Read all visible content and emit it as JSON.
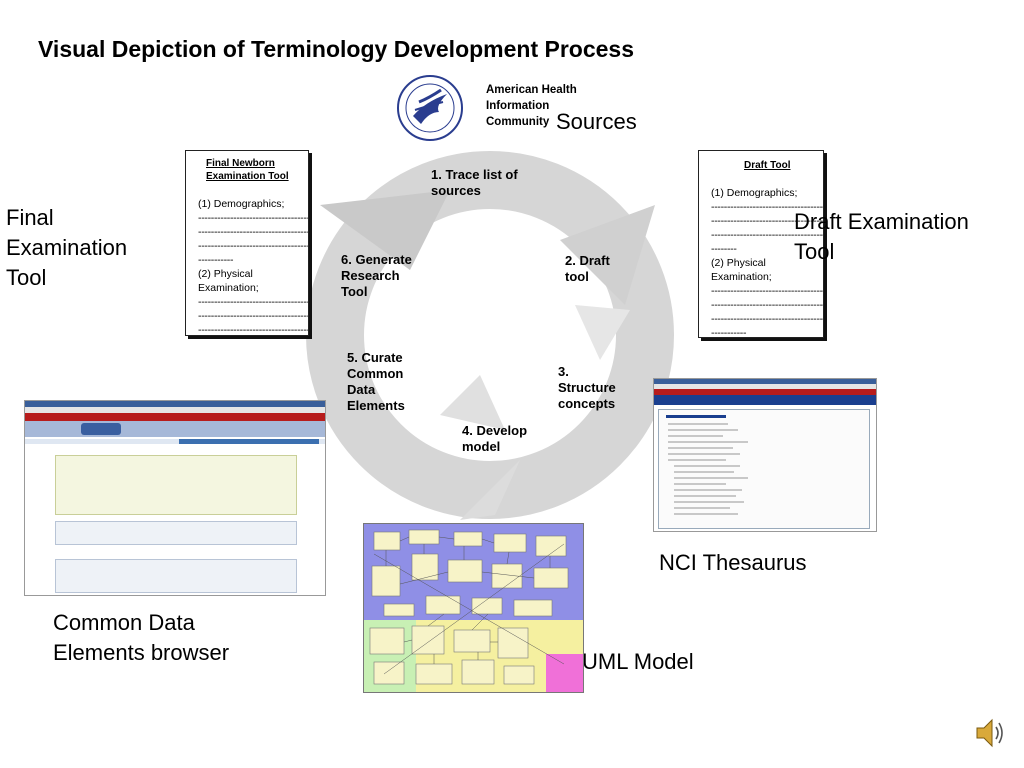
{
  "title": "Visual Depiction of Terminology Development Process",
  "ahic": {
    "lines": [
      "American Health",
      "Information",
      "Community"
    ],
    "sources_label": "Sources"
  },
  "labels": {
    "final_tool": [
      "Final",
      "Examination",
      "Tool"
    ],
    "draft_tool": [
      "Draft Examination",
      "Tool"
    ],
    "nci_thesaurus": "NCI Thesaurus",
    "cde_browser": [
      "Common Data",
      "Elements browser"
    ],
    "uml_model": "UML Model"
  },
  "steps": {
    "s1": [
      "1. Trace list of",
      "sources"
    ],
    "s2": [
      "2. Draft",
      "tool"
    ],
    "s3": [
      "3.",
      "Structure",
      "concepts"
    ],
    "s4": [
      "4. Develop",
      "model"
    ],
    "s5": [
      "5. Curate",
      "Common",
      "Data",
      "Elements"
    ],
    "s6": [
      "6. Generate",
      "Research",
      "Tool"
    ]
  },
  "final_doc": {
    "header": [
      "Final Newborn",
      "Examination Tool"
    ],
    "item1": "(1) Demographics;",
    "item2": "(2) Physical Examination;"
  },
  "draft_doc": {
    "header": "Draft Tool",
    "item1": "(1) Demographics;",
    "item2": [
      "(2) Physical",
      "Examination;"
    ]
  },
  "colors": {
    "cycle": "#d6d6d6",
    "uml_blue": "#8f8fe6",
    "uml_yellow": "#f5f0a0",
    "uml_green": "#c8f0b4",
    "uml_pink": "#f070d8",
    "nci_header": "#1a3f8f"
  },
  "icons": {
    "seal": "hhs-eagle-seal-icon",
    "speaker": "speaker-icon"
  }
}
